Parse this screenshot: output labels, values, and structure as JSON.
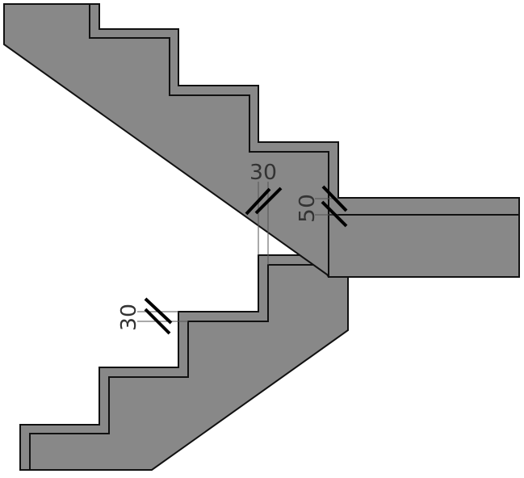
{
  "colors": {
    "concrete": "#888888",
    "outline": "#111111",
    "background": "#ffffff"
  },
  "dimensions": {
    "upper_step_finish": "30",
    "landing_finish": "50",
    "lower_step_finish": "30"
  }
}
